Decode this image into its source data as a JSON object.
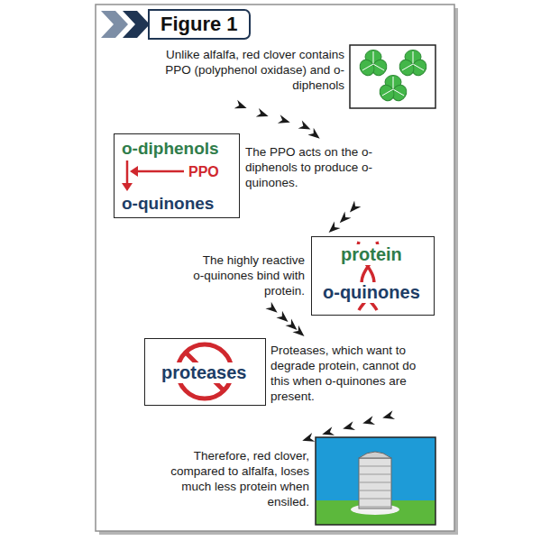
{
  "diagram": {
    "title": "Figure 1",
    "nodes": [
      {
        "text": [
          "o-diphenols",
          "PPO",
          "o-quinones"
        ]
      },
      {
        "text": [
          "protein",
          "o-quinones"
        ]
      },
      {
        "text": [
          "proteases"
        ]
      }
    ],
    "labels": [
      "Unlike alfalfa, red clover contains PPO (polyphenol oxidase) and o-diphenols",
      "The PPO acts on the o-diphenols to produce o-quinones.",
      "The highly reactive o-quinones bind with protein.",
      "Proteases, which want to degrade protein, cannot do this when o-quinones are present.",
      "Therefore, red clover, compared to alfalfa, loses much less protein when ensiled."
    ]
  }
}
